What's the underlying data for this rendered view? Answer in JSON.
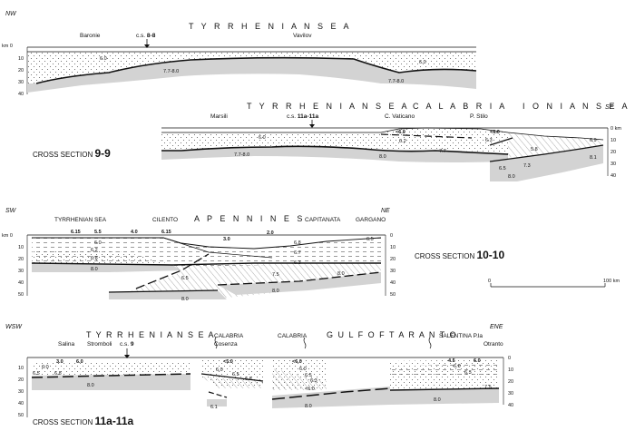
{
  "section_9_9": {
    "title_prefix": "CROSS SECTION ",
    "title_number": "9-9",
    "nw": "NW",
    "se": "SE",
    "sea_upper": "T Y R R H E N I A N    S E A",
    "baronie": "Baronie",
    "cs_prefix": "c.s. ",
    "cs_number": "8-8",
    "vavilov": "Vavilov",
    "km0": "km 0",
    "depth_labels": [
      "10",
      "20",
      "30",
      "40"
    ],
    "lower_depth_labels": [
      "0 km",
      "10",
      "20",
      "30",
      "40"
    ],
    "vals_upper": [
      "6.0",
      "7.7-8.0",
      "6.0",
      "7.7-8.0"
    ],
    "sea_lower": "T Y R R H E N I A N    S E A",
    "calabria": "C A L A B R I A",
    "ionian": "I O N I A N   S E A",
    "marsili": "Marsili",
    "cs2_prefix": "c.s. ",
    "cs2_number": "11a-11a",
    "vaticano": "C. Vaticano",
    "stilo": "P. Stilo",
    "vals_lower": [
      "6.0",
      "<6.0",
      "<6.0",
      "6.2",
      "6.3",
      "7.7-8.0",
      "8.0",
      "7.7",
      "5.8",
      "6.9",
      "8.1",
      "6.5",
      "7.3",
      "8.0"
    ]
  },
  "section_10_10": {
    "title_prefix": "CROSS SECTION ",
    "title_number": "10-10",
    "sw": "SW",
    "ne": "NE",
    "sea": "TYRRHENIAN SEA",
    "cilento": "CILENTO",
    "apennines": "A P E N N I N E S",
    "capitanata": "CAPITANATA",
    "gargano": "GARGANO",
    "km0": "km 0",
    "depth_labels": [
      "10",
      "20",
      "30",
      "40",
      "50"
    ],
    "right_labels": [
      "0",
      "10",
      "20",
      "30",
      "40",
      "50"
    ],
    "vals": [
      "6.15",
      "5.5",
      "4.0",
      "6.15",
      "3.0",
      "2.0",
      "6.0",
      "6.8",
      "6.5",
      "6.2",
      "6.7",
      "6.3",
      "6.8",
      "8.0",
      "6.5",
      "7.5",
      "8.0",
      "8.0",
      "8.0"
    ]
  },
  "scale_bar": {
    "left": "0",
    "right": "100 km"
  },
  "section_11a_11a": {
    "title_prefix": "CROSS SECTION ",
    "title_number": "11a-11a",
    "wsw": "WSW",
    "ene": "ENE",
    "sea": "T Y R R H E N I A N   S E A",
    "calabria1": "CALABRIA",
    "cosenza": "Cosenza",
    "calabria2": "CALABRIA",
    "gulf": "G U L F   O F   T A R A N T O",
    "salentina": "SALENTINA P.la",
    "otranto": "Otranto",
    "salina": "Salina",
    "stromboli": "Stromboli",
    "cs_prefix": "c.s. ",
    "cs_number": "9",
    "depth_labels": [
      "10",
      "20",
      "30",
      "40",
      "50"
    ],
    "right_labels": [
      "0",
      "10",
      "20",
      "30",
      "40"
    ],
    "vals": [
      "3.0",
      "6.0",
      "6.0",
      "6.5",
      "6.8",
      "8.0",
      "<5.0",
      "6.0",
      "6.5",
      "6.8",
      "6.1",
      "<6.0",
      "6.0",
      "6.5",
      "6.3",
      "<6.0",
      "8.0",
      "4.5",
      "6.0",
      "6.0",
      "6.3",
      "7.5",
      "8.0"
    ]
  }
}
